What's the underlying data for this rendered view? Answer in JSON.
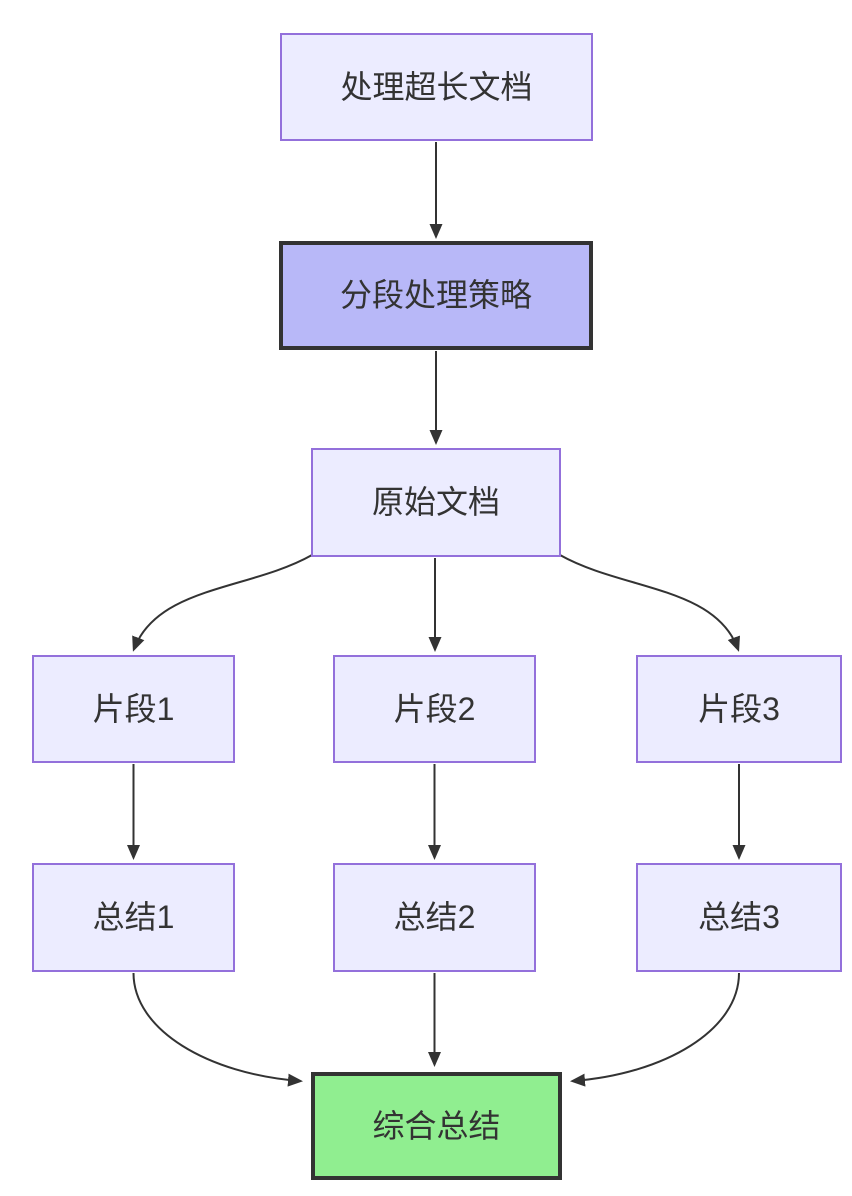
{
  "diagram": {
    "type": "flowchart",
    "direction": "top-down",
    "nodes": [
      {
        "id": "A",
        "label": "处理超长文档",
        "style": "default"
      },
      {
        "id": "B",
        "label": "分段处理策略",
        "style": "emphasis"
      },
      {
        "id": "C",
        "label": "原始文档",
        "style": "default"
      },
      {
        "id": "D1",
        "label": "片段1",
        "style": "default"
      },
      {
        "id": "D2",
        "label": "片段2",
        "style": "default"
      },
      {
        "id": "D3",
        "label": "片段3",
        "style": "default"
      },
      {
        "id": "E1",
        "label": "总结1",
        "style": "default"
      },
      {
        "id": "E2",
        "label": "总结2",
        "style": "default"
      },
      {
        "id": "E3",
        "label": "总结3",
        "style": "default"
      },
      {
        "id": "F",
        "label": "综合总结",
        "style": "success"
      }
    ],
    "edges": [
      {
        "from": "A",
        "to": "B"
      },
      {
        "from": "B",
        "to": "C"
      },
      {
        "from": "C",
        "to": "D1"
      },
      {
        "from": "C",
        "to": "D2"
      },
      {
        "from": "C",
        "to": "D3"
      },
      {
        "from": "D1",
        "to": "E1"
      },
      {
        "from": "D2",
        "to": "E2"
      },
      {
        "from": "D3",
        "to": "E3"
      },
      {
        "from": "E1",
        "to": "F"
      },
      {
        "from": "E2",
        "to": "F"
      },
      {
        "from": "E3",
        "to": "F"
      }
    ]
  },
  "colors": {
    "background": "#FFFFFF",
    "node_fill": "#ECECFF",
    "node_border": "#9370DB",
    "emphasis_fill": "#B8B8F8",
    "emphasis_border": "#333333",
    "success_fill": "#90EE90",
    "success_border": "#333333",
    "edge": "#333333",
    "text": "#333333"
  }
}
